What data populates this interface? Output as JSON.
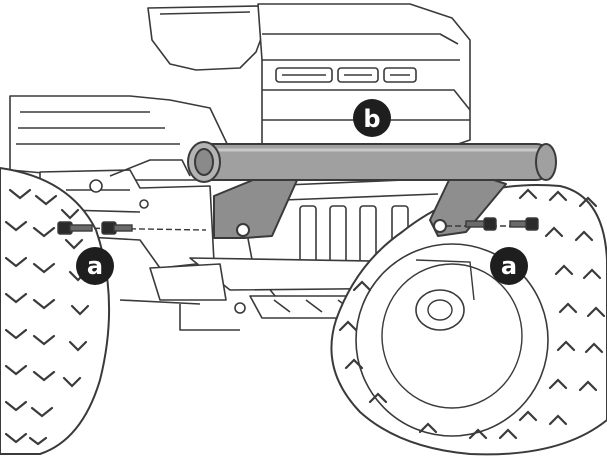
{
  "callouts": {
    "left_bolt": "a",
    "bumper": "b",
    "right_bolt": "a"
  },
  "colors": {
    "line": "#3a3a3a",
    "bumper_fill": "#a0a0a0",
    "bracket_fill": "#8e8e8e",
    "callout_fill": "#1e1e1e",
    "callout_text": "#ffffff"
  }
}
